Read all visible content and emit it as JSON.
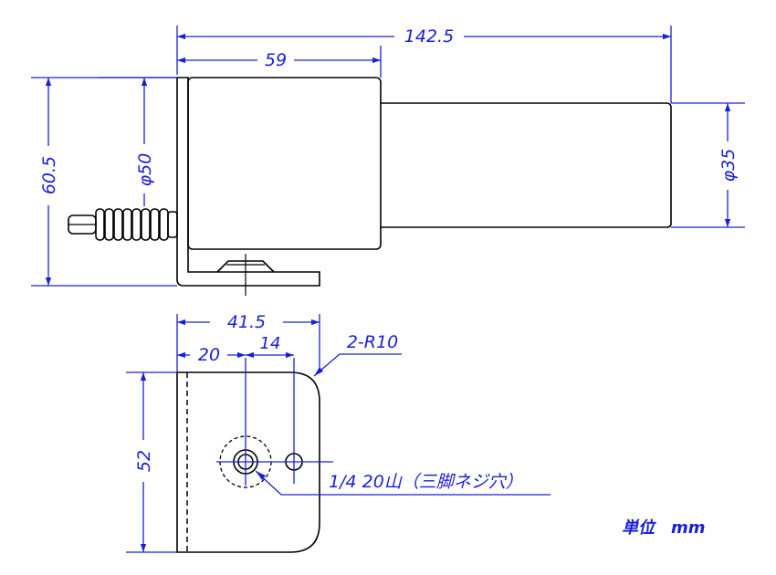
{
  "dimensions": {
    "total_length": "142.5",
    "body_length": "59",
    "height": "60.5",
    "body_diameter": "φ50",
    "tube_diameter": "φ35",
    "bracket_width": "41.5",
    "hole_offset": "20",
    "hole_spacing": "14",
    "corner_radius": "2-R10",
    "bracket_depth": "52",
    "tripod_thread": "1/4 20山（三脚ネジ穴）"
  },
  "unit_label": "単位　mm",
  "colors": {
    "dimension": "#1a20d8",
    "outline": "#000000"
  }
}
